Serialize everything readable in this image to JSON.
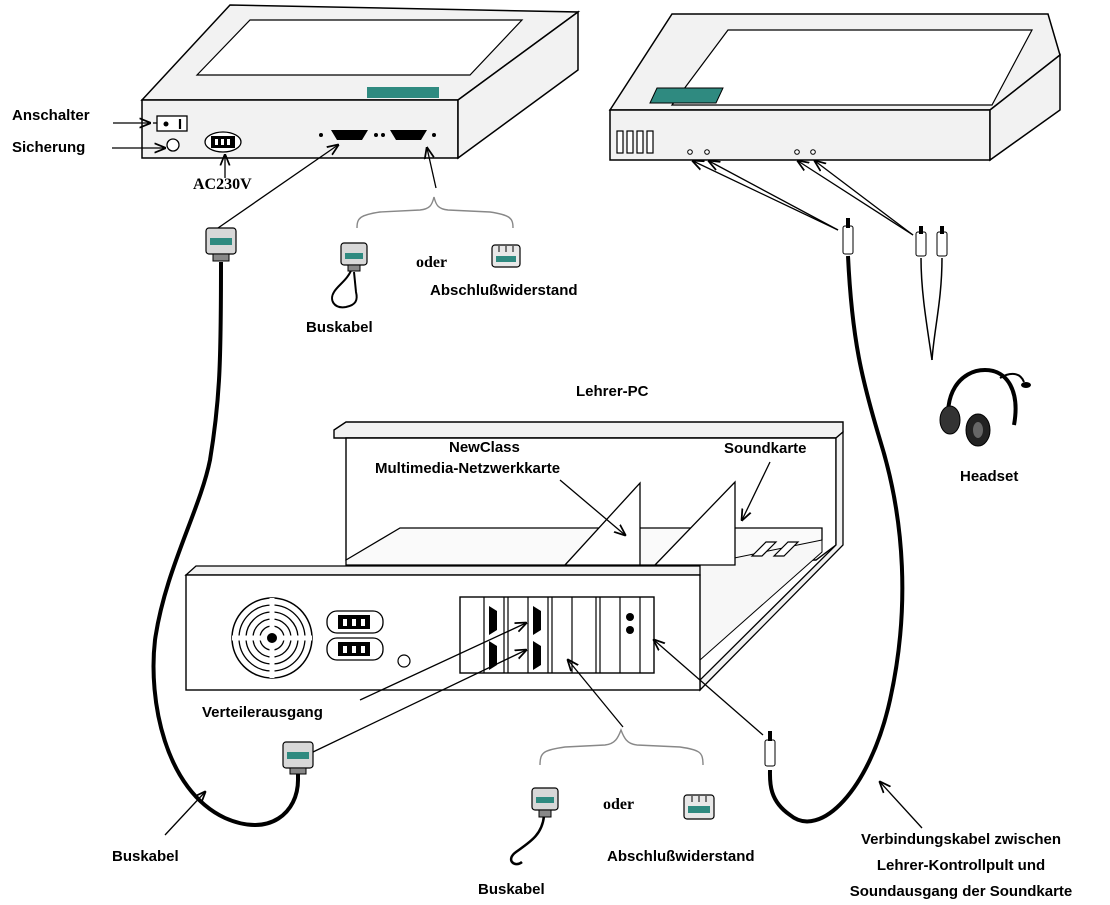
{
  "labels": {
    "anschalter": "Anschalter",
    "sicherung": "Sicherung",
    "ac230v": "AC230V",
    "oder_top": "oder",
    "abschluss_top": "Abschlußwiderstand",
    "buskabel_top": "Buskabel",
    "lehrer_pc": "Lehrer-PC",
    "newclass_line1": "NewClass",
    "newclass_line2": "Multimedia-Netzwerkkarte",
    "soundkarte": "Soundkarte",
    "headset": "Headset",
    "verteilerausgang": "Verteilerausgang",
    "buskabel_left": "Buskabel",
    "oder_bottom": "oder",
    "abschluss_bottom": "Abschlußwiderstand",
    "buskabel_bottom": "Buskabel",
    "verbindung_line1": "Verbindungskabel zwischen",
    "verbindung_line2": "Lehrer-Kontrollpult und",
    "verbindung_line3": "Soundausgang der Soundkarte"
  },
  "colors": {
    "accent": "#2f8a80",
    "light_gray": "#f2f2f2",
    "line": "#000000"
  }
}
